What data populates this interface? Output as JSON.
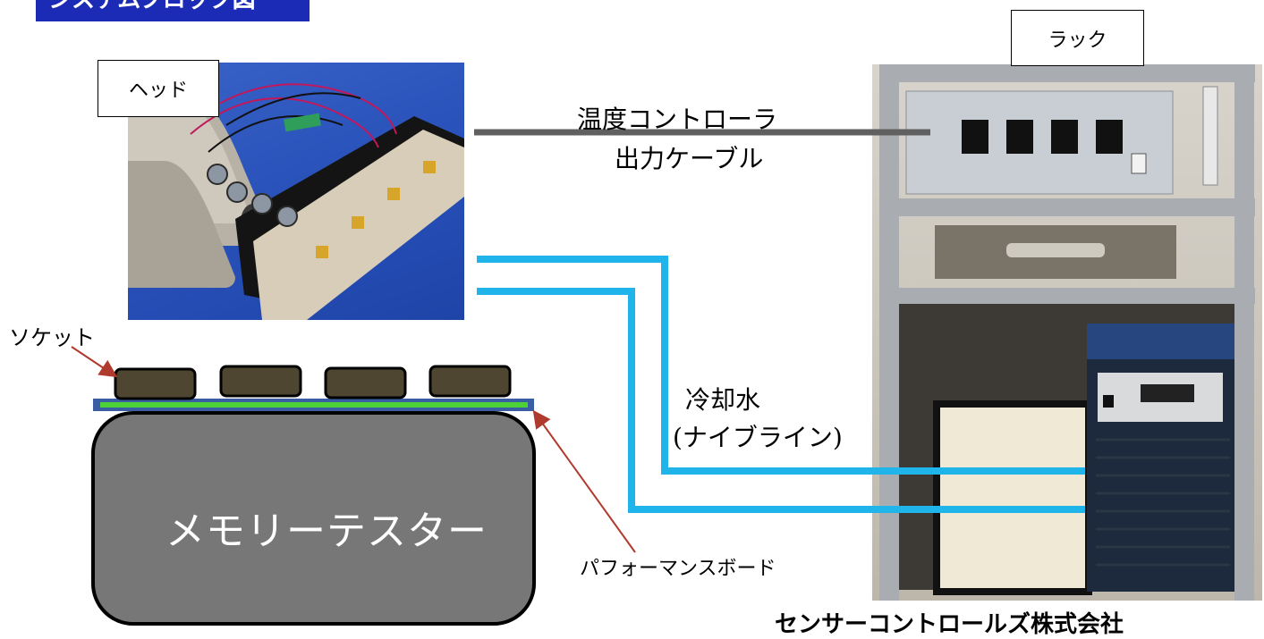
{
  "title": "システムブロック図",
  "labels": {
    "head": "ヘッド",
    "rack": "ラック",
    "socket": "ソケット",
    "performance_board": "パフォーマンスボード",
    "memory_tester": "メモリーテスター",
    "cable_line1": "温度コントローラ",
    "cable_line2": "出力ケーブル",
    "water_line1": "冷却水",
    "water_line2": "(ナイブライン)",
    "company": "センサーコントロールズ株式会社"
  },
  "colors": {
    "title_bg": "#1c2bb5",
    "water_tube": "#1fb4ea",
    "cable": "#606060",
    "tester_body": "#777777",
    "socket": "#4f4632",
    "board_green": "#4cd137",
    "board_blue": "#3a5ea3",
    "arrow": "#b03a2e"
  }
}
